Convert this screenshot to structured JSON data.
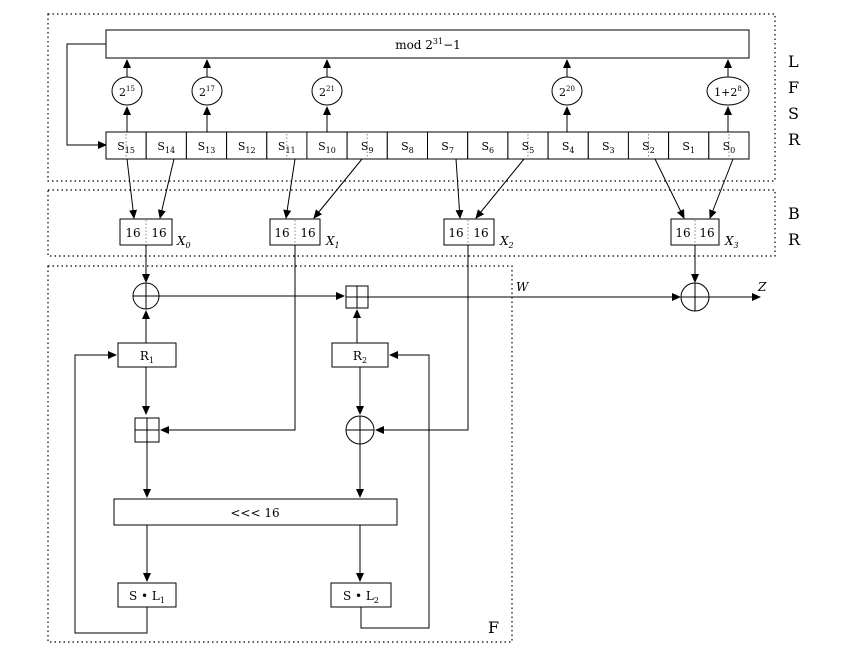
{
  "labels": {
    "lfsr": [
      "L",
      "F",
      "S",
      "R"
    ],
    "br": [
      "B",
      "R"
    ],
    "f": "F"
  },
  "mod_label": "mod 2",
  "mod_exp": "31",
  "mod_tail": "−1",
  "multipliers": [
    {
      "base": "2",
      "exp": "15"
    },
    {
      "base": "2",
      "exp": "17"
    },
    {
      "base": "2",
      "exp": "21"
    },
    {
      "base": "2",
      "exp": "20"
    },
    {
      "base": "1+2",
      "exp": "8"
    }
  ],
  "registers": [
    {
      "name": "S",
      "sub": "15"
    },
    {
      "name": "S",
      "sub": "14"
    },
    {
      "name": "S",
      "sub": "13"
    },
    {
      "name": "S",
      "sub": "12"
    },
    {
      "name": "S",
      "sub": "11"
    },
    {
      "name": "S",
      "sub": "10"
    },
    {
      "name": "S",
      "sub": "9"
    },
    {
      "name": "S",
      "sub": "8"
    },
    {
      "name": "S",
      "sub": "7"
    },
    {
      "name": "S",
      "sub": "6"
    },
    {
      "name": "S",
      "sub": "5"
    },
    {
      "name": "S",
      "sub": "4"
    },
    {
      "name": "S",
      "sub": "3"
    },
    {
      "name": "S",
      "sub": "2"
    },
    {
      "name": "S",
      "sub": "1"
    },
    {
      "name": "S",
      "sub": "0"
    }
  ],
  "xboxes": [
    {
      "left": "16",
      "right": "16",
      "name": "X",
      "sub": "0"
    },
    {
      "left": "16",
      "right": "16",
      "name": "X",
      "sub": "1"
    },
    {
      "left": "16",
      "right": "16",
      "name": "X",
      "sub": "2"
    },
    {
      "left": "16",
      "right": "16",
      "name": "X",
      "sub": "3"
    }
  ],
  "w_label": "W",
  "z_label": "Z",
  "r1": {
    "name": "R",
    "sub": "1"
  },
  "r2": {
    "name": "R",
    "sub": "2"
  },
  "rot_label": "<<< 16",
  "sl1": {
    "name": "S • L",
    "sub": "1"
  },
  "sl2": {
    "name": "S • L",
    "sub": "2"
  }
}
